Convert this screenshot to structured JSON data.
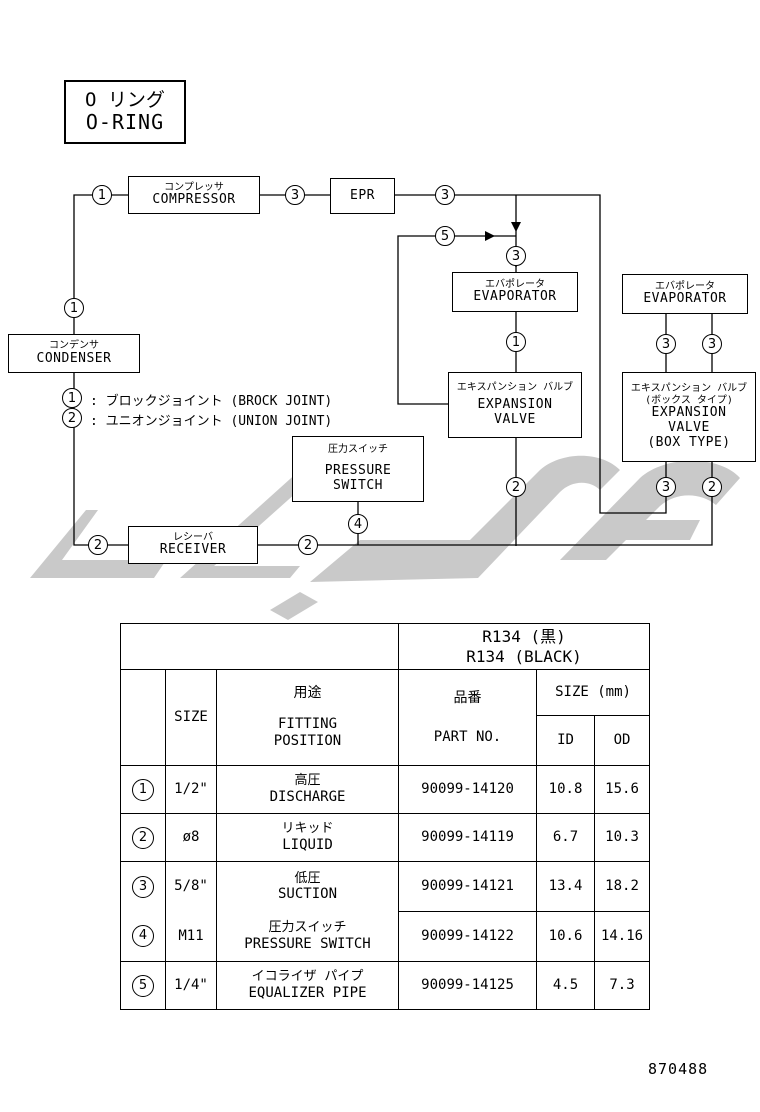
{
  "title": {
    "jp": "O リング",
    "en": "O-RING"
  },
  "components": {
    "compressor": {
      "jp": "コンプレッサ",
      "en": "COMPRESSOR"
    },
    "epr": {
      "en": "EPR"
    },
    "condenser": {
      "jp": "コンデンサ",
      "en": "CONDENSER"
    },
    "evaporator1": {
      "jp": "エバポレータ",
      "en": "EVAPORATOR"
    },
    "evaporator2": {
      "jp": "エバポレータ",
      "en": "EVAPORATOR"
    },
    "expansion_valve": {
      "jp": "エキスパンション バルブ",
      "en1": "EXPANSION",
      "en2": "VALVE"
    },
    "expansion_valve_box": {
      "jp1": "エキスパンション バルブ",
      "jp2": "(ボックス タイプ)",
      "en1": "EXPANSION",
      "en2": "VALVE",
      "en3": "(BOX TYPE)"
    },
    "pressure_switch": {
      "jp": "圧力スイッチ",
      "en1": "PRESSURE",
      "en2": "SWITCH"
    },
    "receiver": {
      "jp": "レシーバ",
      "en": "RECEIVER"
    }
  },
  "legend": [
    {
      "num": "1",
      "text": ": ブロックジョイント (BROCK JOINT)"
    },
    {
      "num": "2",
      "text": ": ユニオンジョイント (UNION JOINT)"
    }
  ],
  "markers": [
    "1",
    "3",
    "3",
    "5",
    "3",
    "1",
    "1",
    "3",
    "3",
    "2",
    "2",
    "3",
    "4",
    "2",
    "2"
  ],
  "table": {
    "header_top": [
      "R134 (黒)",
      "R134 (BLACK)"
    ],
    "col_size": "SIZE",
    "col_usage_jp": "用途",
    "col_usage_en": [
      "FITTING",
      "POSITION"
    ],
    "col_part_jp": "品番",
    "col_part_en": "PART NO.",
    "col_dim": "SIZE (mm)",
    "col_id": "ID",
    "col_od": "OD",
    "rows": [
      {
        "num": "1",
        "size": "1/2\"",
        "jp": "高圧",
        "en": "DISCHARGE",
        "part": "90099-14120",
        "id": "10.8",
        "od": "15.6"
      },
      {
        "num": "2",
        "size": "ø8",
        "jp": "リキッド",
        "en": "LIQUID",
        "part": "90099-14119",
        "id": "6.7",
        "od": "10.3"
      },
      {
        "num": "3",
        "size": "5/8\"",
        "jp": "低圧",
        "en": "SUCTION",
        "part": "90099-14121",
        "id": "13.4",
        "od": "18.2"
      },
      {
        "num": "4",
        "size": "M11",
        "jp": "圧力スイッチ",
        "en": "PRESSURE SWITCH",
        "part": "90099-14122",
        "id": "10.6",
        "od": "14.16"
      },
      {
        "num": "5",
        "size": "1/4\"",
        "jp": "イコライザ パイプ",
        "en": "EQUALIZER PIPE",
        "part": "90099-14125",
        "id": "4.5",
        "od": "7.3"
      }
    ]
  },
  "doc_number": "870488",
  "colors": {
    "line": "#000000",
    "watermark": "#c8c8c8"
  }
}
